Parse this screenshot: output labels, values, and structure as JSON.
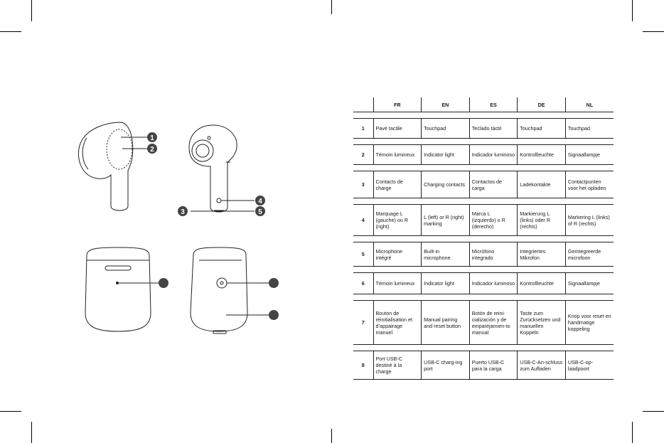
{
  "figure": {
    "callouts": [
      "1",
      "2",
      "3",
      "4",
      "5"
    ]
  },
  "table": {
    "headers": [
      "",
      "FR",
      "EN",
      "ES",
      "DE",
      "NL"
    ],
    "rows": [
      {
        "num": "1",
        "cells": [
          "Pavé tactile",
          "Touchpad",
          "Teclado táctil",
          "Touchpad",
          "Touchpad"
        ]
      },
      {
        "num": "2",
        "cells": [
          "Témoin lumineux",
          "Indicator light",
          "Indicador luminoso",
          "Kontrollleuchte",
          "Signaallampje"
        ]
      },
      {
        "num": "3",
        "cells": [
          "Contacts de charge",
          "Charging contacts",
          "Contactos de carga",
          "Ladekontakte",
          "Contactpunten voor het opladen"
        ]
      },
      {
        "num": "4",
        "cells": [
          "Marquage L (gauche) ou R (right)",
          "L (left) or R (right) marking",
          "Marca L (izquierdo) o R (derecho)",
          "Markierung L (links) oder R (rechts)",
          "Markering L (links) of R (rechts)"
        ]
      },
      {
        "num": "5",
        "cells": [
          "Microphone intégré",
          "Built-in microphone",
          "Micrófono integrado",
          "Integriertes Mikrofon",
          "Geïntegreerde microfoon"
        ]
      },
      {
        "num": "6",
        "cells": [
          "Témoin lumineux",
          "Indicator light",
          "Indicador luminoso",
          "Kontrollleuchte",
          "Signaallampje"
        ]
      },
      {
        "num": "7",
        "cells": [
          "Bouton de réinitialisation et d’appairage manuel",
          "Manual pairing and reset button",
          "Botón de reini-cialización y de emparejamien-to manual",
          "Taste zum Zurücksetzen und manuellen Koppeln",
          "Knop voor reset en handmatige koppeling"
        ]
      },
      {
        "num": "8",
        "cells": [
          "Port USB-C destiné à la charge",
          "USB-C charg-ing port",
          "Puerto USB-C para la carga",
          "USB-C-An-schluss zum Aufladen",
          "USB-C-op-laadpoort"
        ]
      }
    ]
  }
}
